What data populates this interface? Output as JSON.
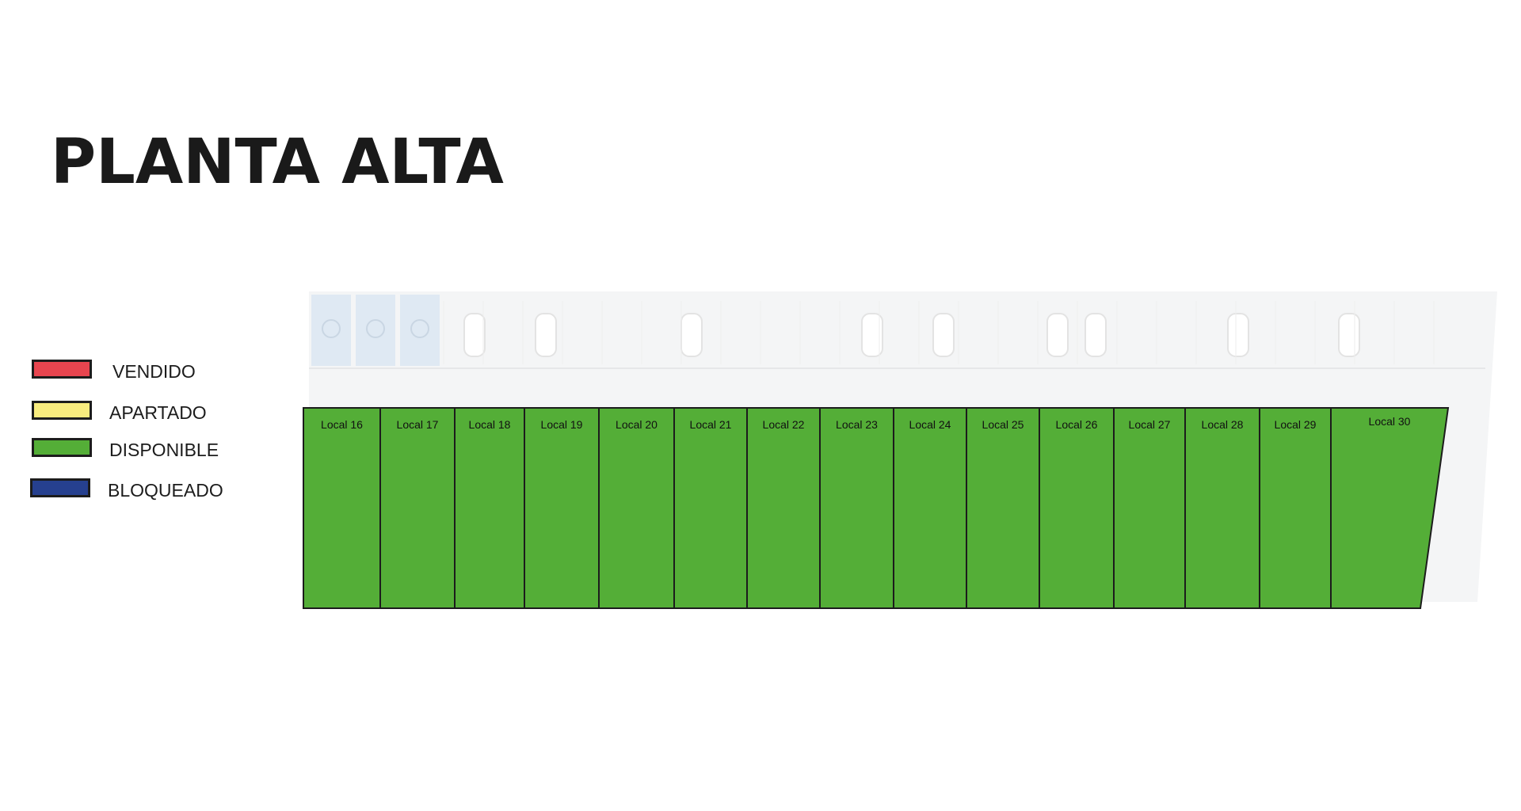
{
  "title": "PLANTA ALTA",
  "legend": [
    {
      "label": "VENDIDO",
      "color": "#e8454f",
      "icon": "legend-swatch"
    },
    {
      "label": "APARTADO",
      "color": "#f8ec7e",
      "icon": "legend-swatch"
    },
    {
      "label": "DISPONIBLE",
      "color": "#54ae37",
      "icon": "legend-swatch"
    },
    {
      "label": "BLOQUEADO",
      "color": "#26408f",
      "icon": "legend-swatch"
    }
  ],
  "locals": [
    {
      "label": "Local 16",
      "status": "DISPONIBLE"
    },
    {
      "label": "Local 17",
      "status": "DISPONIBLE"
    },
    {
      "label": "Local 18",
      "status": "DISPONIBLE"
    },
    {
      "label": "Local 19",
      "status": "DISPONIBLE"
    },
    {
      "label": "Local 20",
      "status": "DISPONIBLE"
    },
    {
      "label": "Local 21",
      "status": "DISPONIBLE"
    },
    {
      "label": "Local 22",
      "status": "DISPONIBLE"
    },
    {
      "label": "Local 23",
      "status": "DISPONIBLE"
    },
    {
      "label": "Local 24",
      "status": "DISPONIBLE"
    },
    {
      "label": "Local 25",
      "status": "DISPONIBLE"
    },
    {
      "label": "Local 26",
      "status": "DISPONIBLE"
    },
    {
      "label": "Local 27",
      "status": "DISPONIBLE"
    },
    {
      "label": "Local 28",
      "status": "DISPONIBLE"
    },
    {
      "label": "Local 29",
      "status": "DISPONIBLE"
    },
    {
      "label": "Local 30",
      "status": "DISPONIBLE"
    }
  ],
  "colors": {
    "cell_stroke": "#1c1c1c",
    "background_plan": "#f4f5f6",
    "accessible_spot": "#dfe9f3",
    "parking_line": "#e6e7e9"
  },
  "parking": {
    "accessible_icon": "wheelchair-icon",
    "car_icon": "car-icon"
  }
}
